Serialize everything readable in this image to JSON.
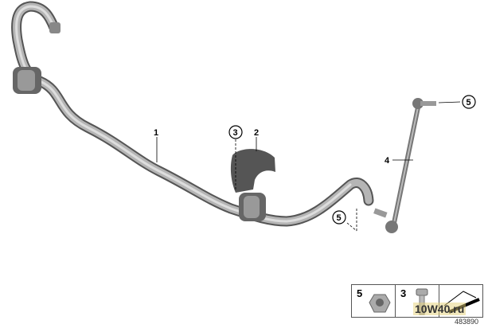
{
  "callouts": {
    "stabilizer_bar": "1",
    "rubber_mounting": "2",
    "screw_top": "3",
    "link": "4",
    "nut_top": "5",
    "nut_bottom": "5"
  },
  "legend": [
    {
      "number": "5",
      "part": "nut"
    },
    {
      "number": "3",
      "part": "screw"
    },
    {
      "number": "",
      "part": "arrow"
    }
  ],
  "diagram_number": "483890",
  "watermark": "10W40.ru"
}
